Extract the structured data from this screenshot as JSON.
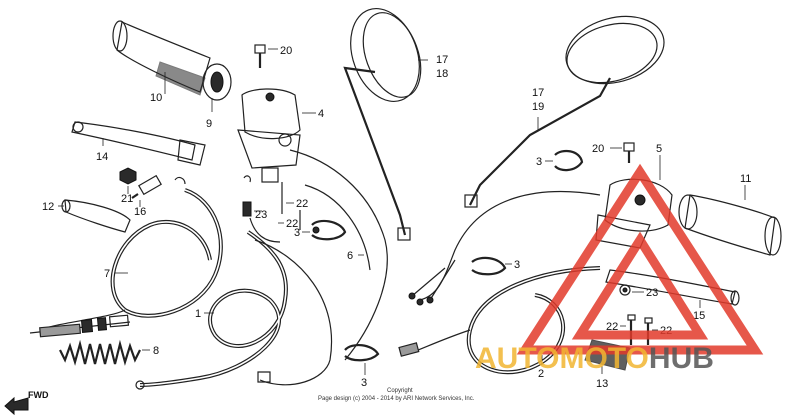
{
  "labels": {
    "p1": "1",
    "p2": "2",
    "p3a": "3",
    "p3b": "3",
    "p3c": "3",
    "p3d": "3",
    "p4": "4",
    "p5": "5",
    "p6": "6",
    "p7": "7",
    "p8": "8",
    "p9": "9",
    "p10": "10",
    "p11": "11",
    "p12": "12",
    "p13": "13",
    "p14": "14",
    "p15": "15",
    "p16": "16",
    "p17a": "17",
    "p18": "18",
    "p17b": "17",
    "p19": "19",
    "p20a": "20",
    "p20b": "20",
    "p21": "21",
    "p22a": "22",
    "p22b": "22",
    "p22c": "22",
    "p22d": "22",
    "p23a": "23",
    "p23b": "23"
  },
  "direction": "FWD",
  "copyright": {
    "line1": "Copyright",
    "line2": "Page design (c) 2004 - 2014 by ARI Network Services, Inc."
  },
  "watermark": {
    "part1": "AUTOMOTO",
    "part2": "HUB",
    "colors": {
      "triangle": "#e23a2a",
      "auto": "#f2b632",
      "hub": "#555555"
    }
  }
}
